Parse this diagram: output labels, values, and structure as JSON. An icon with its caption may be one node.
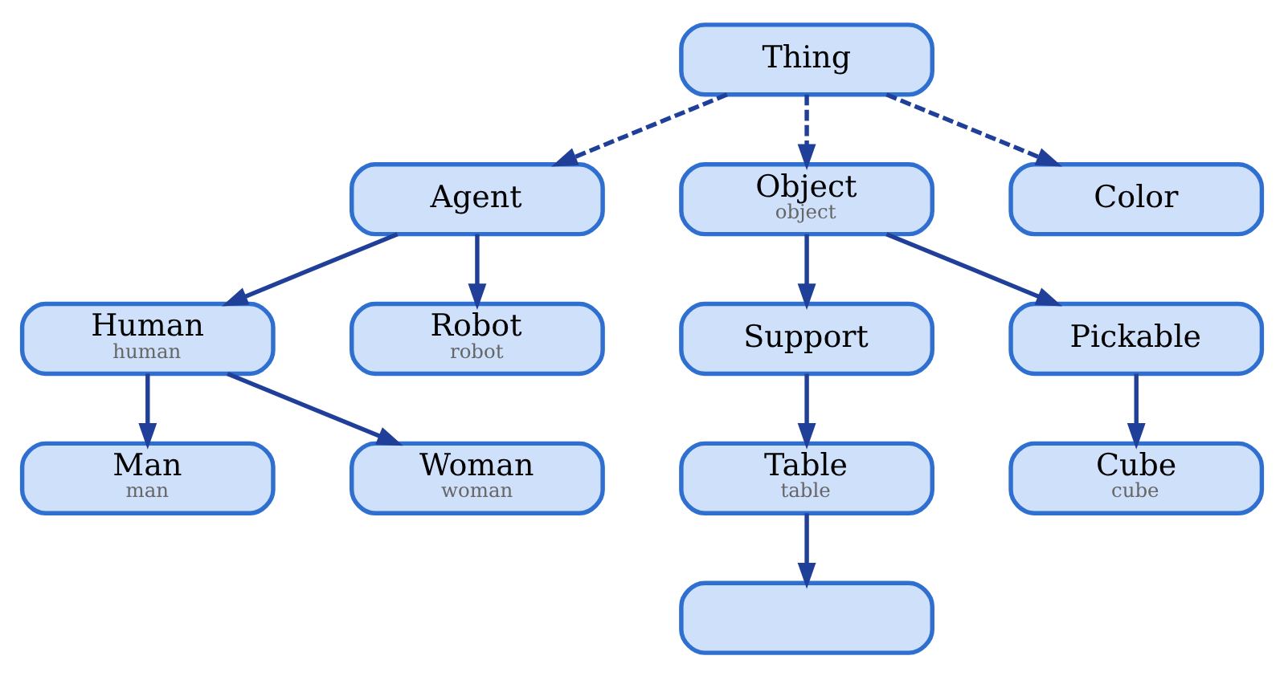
{
  "diagram": {
    "nodes": [
      {
        "text": [
          "Thing"
        ]
      },
      {
        "text": [
          "Agent"
        ]
      },
      {
        "text": [
          "Object",
          "object"
        ]
      },
      {
        "text": [
          "Color"
        ]
      },
      {
        "text": [
          "Human",
          "human"
        ]
      },
      {
        "text": [
          "Robot",
          "robot"
        ]
      },
      {
        "text": [
          "Support"
        ]
      },
      {
        "text": [
          "Pickable"
        ]
      },
      {
        "text": [
          "Man",
          "man"
        ]
      },
      {
        "text": [
          "Woman",
          "woman"
        ]
      },
      {
        "text": [
          "Table",
          "table"
        ]
      },
      {
        "text": [
          "Cube",
          "cube"
        ]
      },
      {
        "text": [],
        "shape": "box"
      }
    ],
    "edges": [
      {
        "from": 0,
        "to": 1,
        "arrow": "to",
        "style": "dashed"
      },
      {
        "from": 0,
        "to": 2,
        "arrow": "to",
        "style": "dashed"
      },
      {
        "from": 0,
        "to": 3,
        "arrow": "to",
        "style": "dashed"
      },
      {
        "from": 1,
        "to": 4,
        "arrow": "to"
      },
      {
        "from": 1,
        "to": 5,
        "arrow": "to"
      },
      {
        "from": 2,
        "to": 6,
        "arrow": "to"
      },
      {
        "from": 2,
        "to": 7,
        "arrow": "to"
      },
      {
        "from": 4,
        "to": 8,
        "arrow": "to"
      },
      {
        "from": 4,
        "to": 9,
        "arrow": "to"
      },
      {
        "from": 6,
        "to": 10,
        "arrow": "to"
      },
      {
        "from": 7,
        "to": 11,
        "arrow": "to"
      },
      {
        "from": 10,
        "to": 12,
        "arrow": "to"
      }
    ]
  }
}
